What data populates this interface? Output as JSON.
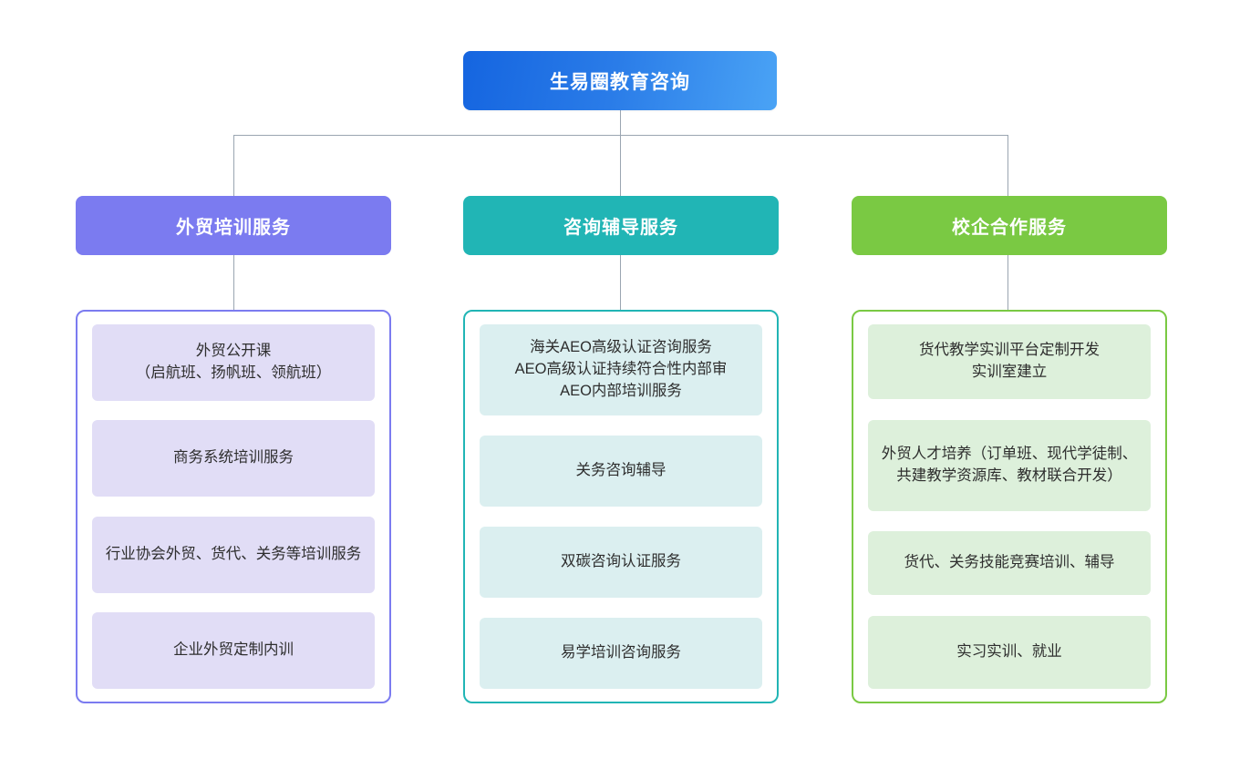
{
  "diagram": {
    "type": "organization-chart",
    "root": {
      "label": "生易圈教育咨询",
      "color": "#2a7ce8"
    },
    "columns": [
      {
        "header": "外贸培训服务",
        "color": "#7b7bf0",
        "card_color": "#e1ddf6",
        "items": [
          "外贸公开课\n（启航班、扬帆班、领航班）",
          "商务系统培训服务",
          "行业协会外贸、货代、关务等培训服务",
          "企业外贸定制内训"
        ]
      },
      {
        "header": "咨询辅导服务",
        "color": "#21b5b5",
        "card_color": "#dbeff0",
        "items": [
          "海关AEO高级认证咨询服务\nAEO高级认证持续符合性内部审\nAEO内部培训服务",
          "关务咨询辅导",
          "双碳咨询认证服务",
          "易学培训咨询服务"
        ]
      },
      {
        "header": "校企合作服务",
        "color": "#7ac943",
        "card_color": "#ddf0db",
        "items": [
          "货代教学实训平台定制开发\n实训室建立",
          "外贸人才培养（订单班、现代学徒制、共建教学资源库、教材联合开发）",
          "货代、关务技能竞赛培训、辅导",
          "实习实训、就业"
        ]
      }
    ],
    "connector_color": "#9aa5b1"
  }
}
